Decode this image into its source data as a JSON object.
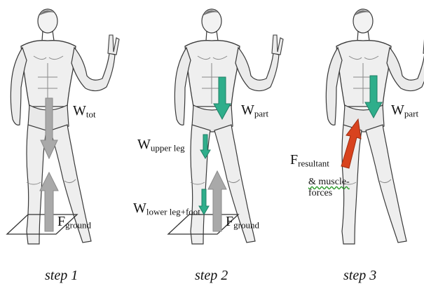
{
  "colors": {
    "gravity_arrow": "#a9a9a9",
    "part_weight_arrow": "#2fae8b",
    "resultant_arrow": "#d8431e",
    "figure_line": "#3a3a3a",
    "figure_shade": "#e6e6e6"
  },
  "panels": [
    {
      "step_label": "step 1",
      "labels": {
        "w_tot": {
          "main": "W",
          "sub": "tot"
        },
        "f_ground": {
          "main": "F",
          "sub": "ground"
        }
      }
    },
    {
      "step_label": "step 2",
      "labels": {
        "w_part": {
          "main": "W",
          "sub": "part"
        },
        "w_upper_leg": {
          "main": "W",
          "sub": "upper leg"
        },
        "w_lower_leg_foot": {
          "main": "W",
          "sub": "lower leg+foot"
        },
        "f_ground": {
          "main": "F",
          "sub": "ground"
        }
      }
    },
    {
      "step_label": "step 3",
      "labels": {
        "w_part": {
          "main": "W",
          "sub": "part"
        },
        "f_resultant": {
          "main": "F",
          "sub": "resultant"
        },
        "muscle_forces_line1": "& muscle-",
        "muscle_forces_line2": "forces"
      }
    }
  ]
}
